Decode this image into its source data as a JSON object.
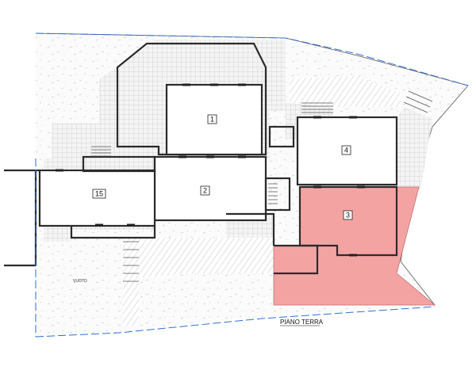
{
  "plan": {
    "title": "PIANO TERRA",
    "vuoto_label": "VUOTO",
    "units": [
      {
        "id": "1",
        "label": "1",
        "highlighted": false
      },
      {
        "id": "2",
        "label": "2",
        "highlighted": false
      },
      {
        "id": "3",
        "label": "3",
        "highlighted": true
      },
      {
        "id": "4",
        "label": "4",
        "highlighted": false
      },
      {
        "id": "15",
        "label": "15",
        "highlighted": false
      }
    ],
    "colors": {
      "highlight": "#f4a3a3",
      "boundary": "#2f6fd0",
      "walls": "#2b2b2b"
    }
  }
}
